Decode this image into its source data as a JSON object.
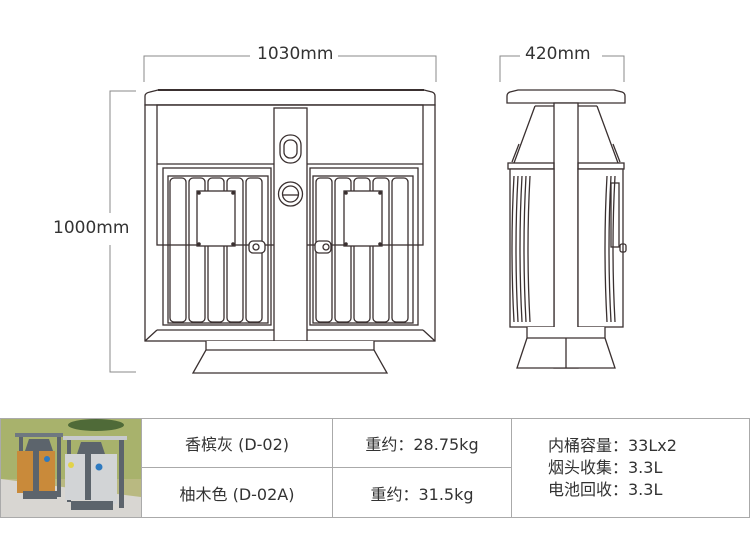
{
  "front_view": {
    "width_label": "1030mm",
    "height_label": "1000mm"
  },
  "side_view": {
    "depth_label": "420mm"
  },
  "spec_table": {
    "photo": {
      "semantic": "product-photo",
      "description": "two outdoor double recycling bins, teak wood and grey"
    },
    "rows": [
      {
        "model": "香槟灰 (D-02)",
        "weight": "重约：28.75kg"
      },
      {
        "model": "柚木色 (D-02A)",
        "weight": "重约：31.5kg"
      }
    ],
    "capacity": [
      "内桶容量：33Lx2",
      "烟头收集：3.3L",
      "电池回收：3.3L"
    ]
  },
  "colors": {
    "line": "#3a3030",
    "dimension_line": "#888888",
    "table_border": "#aaaaaa",
    "teak": "#c98a3a",
    "grey_panel": "#c8cace",
    "frame": "#5a6068"
  }
}
